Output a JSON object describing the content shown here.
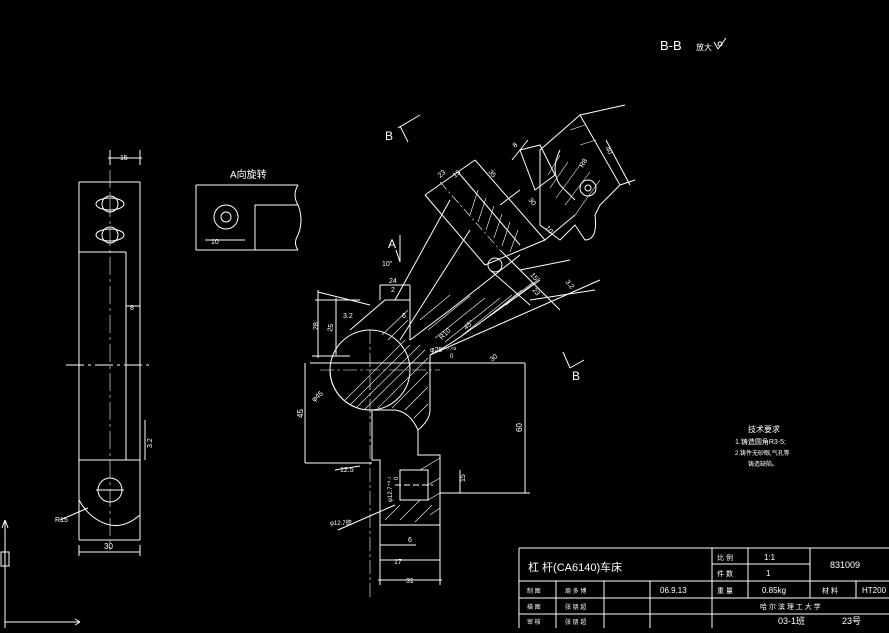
{
  "colors": {
    "background": "#000000",
    "lines": "#ffffff"
  },
  "section_title": "B-B",
  "section_suffix": "放大",
  "section_marks": {
    "b_top": "B",
    "b_bottom": "B",
    "a_arrow": "A"
  },
  "a_view_title": "A向旋转",
  "dims": {
    "left_top": "15",
    "left_mid": "8",
    "left_right": "3.2",
    "left_radius": "R15",
    "left_width": "30",
    "a_view_10": "10",
    "main_10deg": "10°",
    "main_24": "24",
    "main_2": "2",
    "main_28": "28",
    "main_3_2a": "3.2",
    "main_25": "25",
    "main_6": "6",
    "main_r10": "R10",
    "main_phi25": "φ25⁺⁰·⁰²",
    "main_0": "0",
    "main_45deg": "45°",
    "main_phi45": "φ45",
    "main_30": "30",
    "main_45": "45",
    "main_60": "60",
    "main_12_5": "12.5",
    "main_15": "15",
    "main_phi12_7a": "φ12.7⁺⁰·¹",
    "main_phi12_7b": "0",
    "main_phi12_7c": "φ12.7锪",
    "main_6b": "6",
    "main_17": "17",
    "main_31": "31",
    "arm_23": "23",
    "arm_15": "15",
    "arm_35": "35",
    "arm_30": "30",
    "arm_10": "10",
    "arm_15b": "15",
    "arm_23b": "23",
    "arm_3_2": "3.2",
    "detail_8": "8",
    "detail_r8": "R8",
    "detail_40": "40"
  },
  "notes": {
    "title": "技术要求",
    "line1": "1.铸造圆角R3-5;",
    "line2": "2.铸件无砂眼,气孔等",
    "line3": "铸造缺陷。"
  },
  "title_block": {
    "part_name": "杠 杆(CA6140)车床",
    "scale_label": "比 例",
    "scale_value": "1:1",
    "count_label": "件 数",
    "count_value": "1",
    "weight_label": "重 量",
    "weight_value": "0.85kg",
    "drawing_no": "831009",
    "material_label": "材 料",
    "material_value": "HT200",
    "row2_c1": "制 图",
    "row2_c2": "周 多 博",
    "date": "06.9.13",
    "row3_c1": "描 图",
    "row3_c2": "张 朋 超",
    "row4_c1": "审 核",
    "row4_c2": "张 朋 超",
    "school": "哈 尔 滨 理 工 大 学",
    "class_code": "03-1班",
    "number": "23号"
  }
}
